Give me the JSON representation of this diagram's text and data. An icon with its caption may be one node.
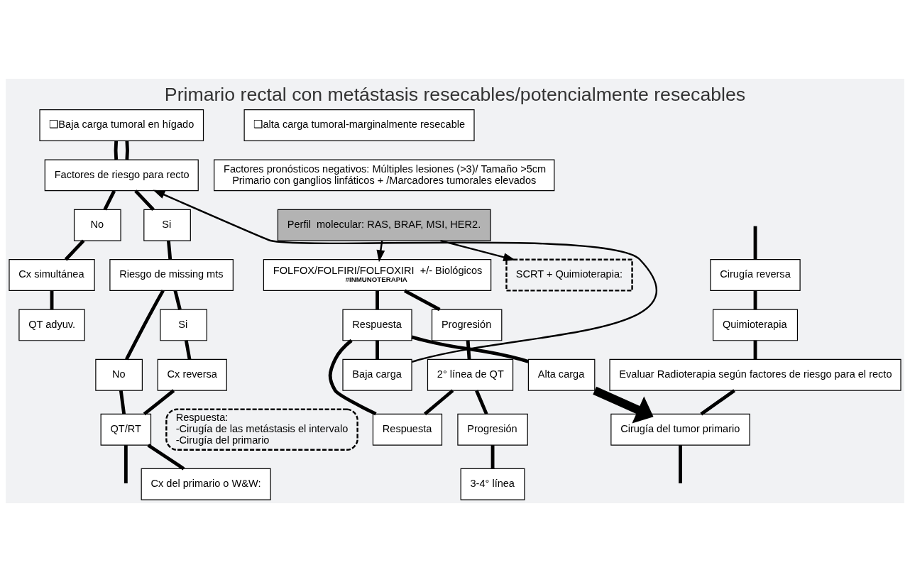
{
  "diagram": {
    "title": "Primario rectal con metástasis resecables/potencialmente resecables",
    "nodes": [
      {
        "text": [
          "❑Baja carga tumoral en hígado"
        ]
      },
      {
        "text": [
          "Factores de riesgo para recto"
        ]
      },
      {
        "text": [
          "No"
        ]
      },
      {
        "text": [
          "Si"
        ]
      },
      {
        "text": [
          "Cx simultánea"
        ]
      },
      {
        "text": [
          "Riesgo de missing mts"
        ]
      },
      {
        "text": [
          "QT adyuv."
        ]
      },
      {
        "text": [
          "No"
        ]
      },
      {
        "text": [
          "Si"
        ]
      },
      {
        "text": [
          "Cx reversa"
        ]
      },
      {
        "text": [
          "QT/RT"
        ]
      },
      {
        "text": [
          "Cx del primario o W&W:"
        ]
      },
      {
        "text": [
          "❑alta carga tumoral-marginalmente resecable"
        ]
      },
      {
        "text": [
          "Factores pronósticos negativos: Múltiples lesiones (>3)/ Tamaño >5cm Primario con ganglios linfáticos + /Marcadores tumorales elevados"
        ]
      },
      {
        "text": [
          "Perfil  molecular: RAS, BRAF, MSI, HER2."
        ]
      },
      {
        "text": [
          "FOLFOX/FOLFIRI/FOLFOXIRI  +/- Biológicos",
          "#INMUNOTERAPIA"
        ]
      },
      {
        "text": [
          "SCRT + Quimioterapia:"
        ]
      },
      {
        "text": [
          "Respuesta:",
          "-Cirugía de las metástasis el intervalo",
          "-Cirugía del primario"
        ]
      },
      {
        "text": [
          "Respuesta"
        ]
      },
      {
        "text": [
          "Progresión"
        ]
      },
      {
        "text": [
          "2° línea de QT"
        ]
      },
      {
        "text": [
          "Respuesta"
        ]
      },
      {
        "text": [
          "Progresión"
        ]
      },
      {
        "text": [
          "3-4° línea"
        ]
      },
      {
        "text": [
          "Baja carga"
        ]
      },
      {
        "text": [
          "Alta carga"
        ]
      },
      {
        "text": [
          "Cirugía reversa"
        ]
      },
      {
        "text": [
          "Quimioterapia"
        ]
      },
      {
        "text": [
          "Evaluar Radioterapia según factores de riesgo para el recto"
        ]
      },
      {
        "text": [
          "Cirugía del tumor primario"
        ]
      }
    ],
    "edges": [
      {
        "from": 0,
        "to": 1,
        "arrow": "none"
      },
      {
        "from": 0,
        "to": 1,
        "arrow": "none"
      },
      {
        "from": 1,
        "to": 2,
        "arrow": "none"
      },
      {
        "from": 1,
        "to": 3,
        "arrow": "none"
      },
      {
        "from": 2,
        "to": 4,
        "arrow": "none"
      },
      {
        "from": 3,
        "to": 5,
        "arrow": "none"
      },
      {
        "from": 4,
        "to": 6,
        "arrow": "none"
      },
      {
        "from": 5,
        "to": 7,
        "arrow": "none"
      },
      {
        "from": 5,
        "to": 8,
        "arrow": "none"
      },
      {
        "from": 8,
        "to": 9,
        "arrow": "none"
      },
      {
        "from": 9,
        "to": 10,
        "arrow": "none"
      },
      {
        "from": 7,
        "to": 10,
        "arrow": "none"
      },
      {
        "from": 10,
        "to": null,
        "arrow": "none"
      },
      {
        "from": 10,
        "to": 11,
        "arrow": "none"
      },
      {
        "from": 14,
        "to": 15,
        "arrow": "to"
      },
      {
        "from": 14,
        "to": 16,
        "arrow": "to"
      },
      {
        "from": 15,
        "to": 18,
        "arrow": "none"
      },
      {
        "from": 15,
        "to": 19,
        "arrow": "none"
      },
      {
        "from": 19,
        "to": 20,
        "arrow": "none"
      },
      {
        "from": 20,
        "to": 21,
        "arrow": "none"
      },
      {
        "from": 20,
        "to": 22,
        "arrow": "none"
      },
      {
        "from": 22,
        "to": 23,
        "arrow": "none"
      },
      {
        "from": 18,
        "to": 21,
        "arrow": "none"
      },
      {
        "from": 18,
        "to": 24,
        "arrow": "none"
      },
      {
        "from": 18,
        "to": 25,
        "arrow": "none"
      },
      {
        "from": 24,
        "to": 1,
        "arrow": "to"
      },
      {
        "from": 25,
        "to": 29,
        "arrow": "to",
        "style": "thick"
      },
      {
        "from": null,
        "to": 26,
        "arrow": "none"
      },
      {
        "from": 26,
        "to": 27,
        "arrow": "none"
      },
      {
        "from": 27,
        "to": 28,
        "arrow": "none"
      },
      {
        "from": 28,
        "to": 29,
        "arrow": "none"
      },
      {
        "from": 29,
        "to": null,
        "arrow": "none"
      }
    ]
  }
}
